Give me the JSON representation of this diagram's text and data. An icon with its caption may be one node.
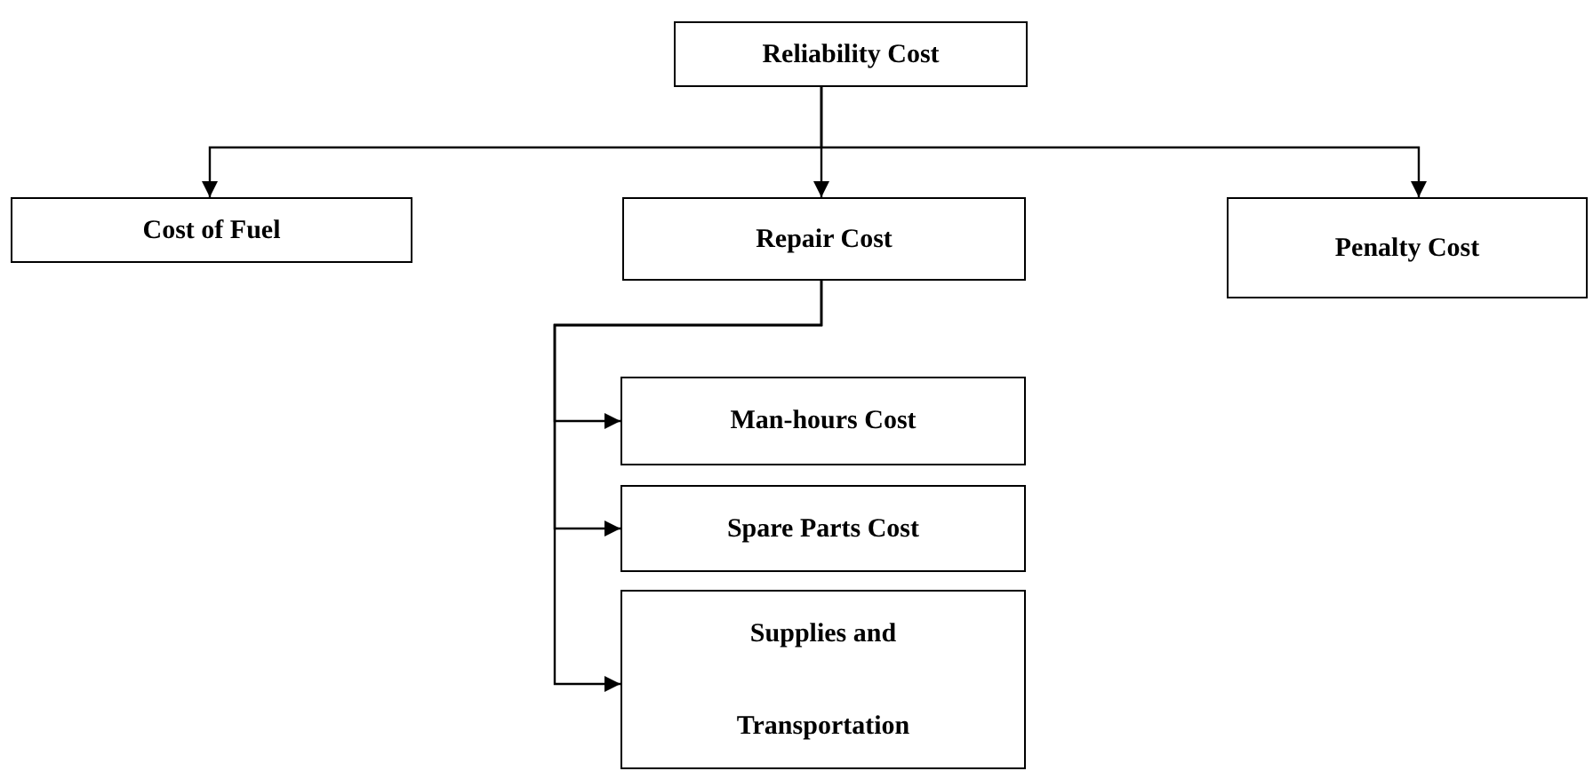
{
  "diagram": {
    "nodes": [
      {
        "text": [
          "Reliability Cost"
        ]
      },
      {
        "text": [
          "Cost of Fuel"
        ]
      },
      {
        "text": [
          "Repair Cost"
        ]
      },
      {
        "text": [
          "Penalty Cost"
        ]
      },
      {
        "text": [
          "Man-hours Cost"
        ]
      },
      {
        "text": [
          "Spare Parts Cost"
        ]
      },
      {
        "text": [
          "Supplies and Transportation"
        ]
      }
    ],
    "edges": [
      {
        "from": 0,
        "to": 1,
        "arrow": "to"
      },
      {
        "from": 0,
        "to": 2,
        "arrow": "to"
      },
      {
        "from": 0,
        "to": 3,
        "arrow": "to"
      },
      {
        "from": 2,
        "to": 4,
        "arrow": "to"
      },
      {
        "from": 2,
        "to": 5,
        "arrow": "to"
      },
      {
        "from": 2,
        "to": 6,
        "arrow": "to"
      }
    ]
  }
}
